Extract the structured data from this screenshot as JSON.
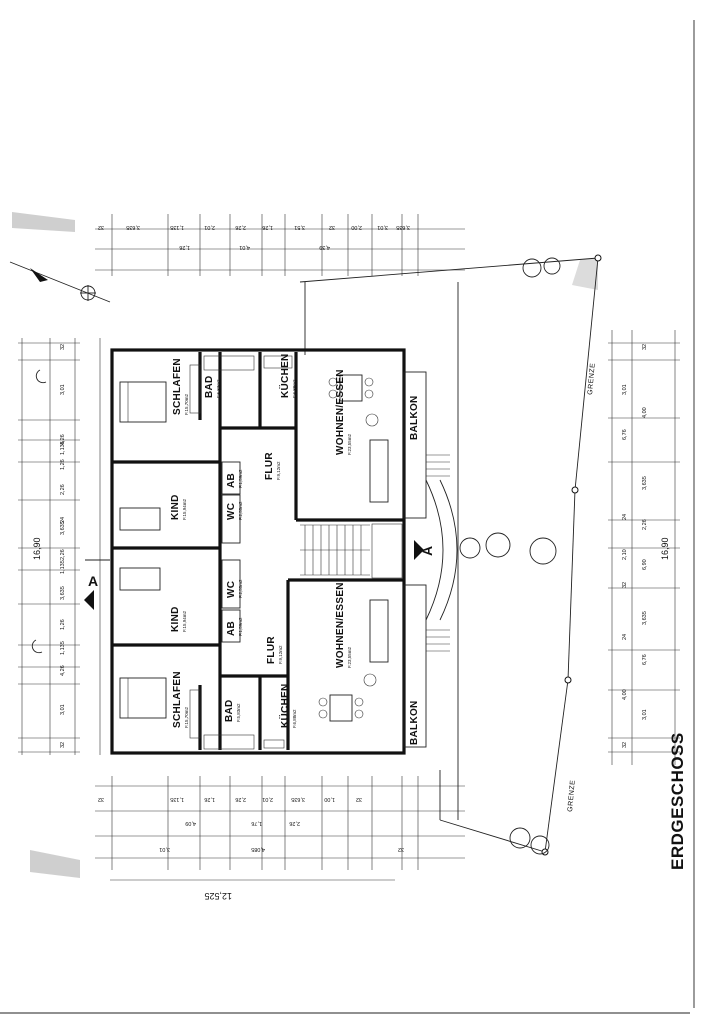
{
  "drawing": {
    "title": "ERDGESCHOSS",
    "overall_width_dim": "16,90",
    "overall_depth_dim": "12,525",
    "boundary_label": "GRENZE",
    "section_marker": "A"
  },
  "rooms": [
    {
      "id": "schlafen-top",
      "name": "SCHLAFEN",
      "area": "F.15,70m2"
    },
    {
      "id": "bad-top",
      "name": "BAD",
      "area": "F.5,83m2"
    },
    {
      "id": "kuechen-top",
      "name": "KÜCHEN",
      "area": "F.6,88m2"
    },
    {
      "id": "wohnen-top",
      "name": "WOHNEN/ESSEN",
      "area": "F.23,55m2"
    },
    {
      "id": "balkon-top",
      "name": "BALKON",
      "area": ""
    },
    {
      "id": "flur-top",
      "name": "FLUR",
      "area": "F.9,12m2"
    },
    {
      "id": "ab-top",
      "name": "AB",
      "area": "F.1,59m2"
    },
    {
      "id": "kind-top",
      "name": "KIND",
      "area": "F.15,94m2"
    },
    {
      "id": "wc-top",
      "name": "WC",
      "area": "F.2,55m2"
    },
    {
      "id": "wc-bottom",
      "name": "WC",
      "area": "F.2,55m2"
    },
    {
      "id": "kind-bottom",
      "name": "KIND",
      "area": "F.15,94m2"
    },
    {
      "id": "ab-bottom",
      "name": "AB",
      "area": "F.1,59m2"
    },
    {
      "id": "flur-bottom",
      "name": "FLUR",
      "area": "F.9,12m2"
    },
    {
      "id": "schlafen-bottom",
      "name": "SCHLAFEN",
      "area": "F.15,70m2"
    },
    {
      "id": "bad-bottom",
      "name": "BAD",
      "area": "F.5,83m2"
    },
    {
      "id": "kuechen-bottom",
      "name": "KÜCHEN",
      "area": "F.6,88m2"
    },
    {
      "id": "wohnen-bottom",
      "name": "WOHNEN/ESSEN",
      "area": "F.23,55m2"
    },
    {
      "id": "balkon-bottom",
      "name": "BALKON",
      "area": ""
    }
  ],
  "dims_left_inner": [
    "32",
    "3,01",
    "4,26",
    "1,135",
    "1,26",
    "2,26",
    "24",
    "3,635",
    "2,26",
    "1,135",
    "3,635",
    "1,26",
    "1,135",
    "4,26",
    "3,01",
    "32"
  ],
  "dims_right_outer": [
    "32",
    "3,01",
    "4,00",
    "6,76",
    "3,635",
    "24",
    "2,26",
    "2,10",
    "6,90",
    "32",
    "3,635",
    "24",
    "6,76",
    "4,00",
    "3,01",
    "32"
  ],
  "dims_top": [
    "32",
    "3,635",
    "1,135",
    "2,01",
    "2,26",
    "1,26",
    "3,51",
    "32",
    "2,00",
    "3,01",
    "3,635",
    "1,26",
    "4,01",
    "4,39"
  ],
  "dims_bottom": [
    "32",
    "1,135",
    "1,26",
    "2,26",
    "2,01",
    "3,635",
    "1,00",
    "32",
    "4,09",
    "1,76",
    "2,26",
    "3,01",
    "4,085",
    "32"
  ]
}
